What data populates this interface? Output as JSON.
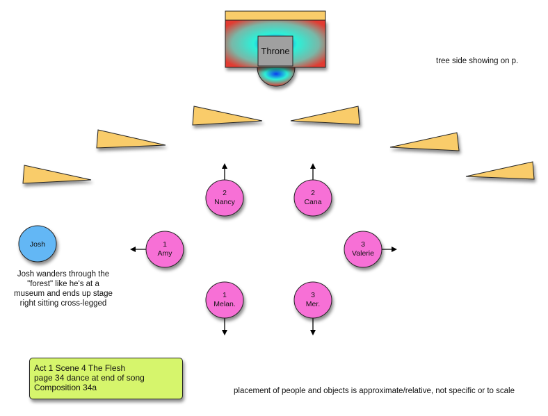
{
  "colors": {
    "dancer_fill": "#f76fd6",
    "josh_fill": "#63b7f5",
    "tree_fill": "#f9cc6a",
    "throne_box_fill": "#a0a0a0",
    "throne_bar_fill": "#f9cc6a",
    "note_box_fill": "#d6f56c",
    "gradient_center": "#0a3cf0",
    "gradient_mid": "#2cf0d8",
    "gradient_edge": "#e23a30"
  },
  "throne": {
    "label": "Throne"
  },
  "notes": {
    "tree_side": "tree side showing on p.",
    "josh_description": "Josh wanders through the \"forest\" like he's at a museum and ends up stage right sitting cross-legged",
    "scale_disclaimer": "placement of people and objects is approximate/relative, not specific or to scale"
  },
  "scene_box": {
    "lines": [
      "Act 1 Scene 4  The Flesh",
      "page 34 dance at end of song",
      "Composition 34a"
    ]
  },
  "josh": {
    "label": "Josh"
  },
  "dancers": [
    {
      "number": "2",
      "name": "Nancy",
      "direction": "up"
    },
    {
      "number": "2",
      "name": "Cana",
      "direction": "up"
    },
    {
      "number": "1",
      "name": "Amy",
      "direction": "left"
    },
    {
      "number": "3",
      "name": "Valerie",
      "direction": "right"
    },
    {
      "number": "1",
      "name": "Melan.",
      "direction": "down"
    },
    {
      "number": "3",
      "name": "Mer.",
      "direction": "down"
    }
  ],
  "trees": [
    {
      "side": "left",
      "row": 1
    },
    {
      "side": "left",
      "row": 2
    },
    {
      "side": "left",
      "row": 3
    },
    {
      "side": "right",
      "row": 1
    },
    {
      "side": "right",
      "row": 2
    },
    {
      "side": "right",
      "row": 3
    }
  ]
}
